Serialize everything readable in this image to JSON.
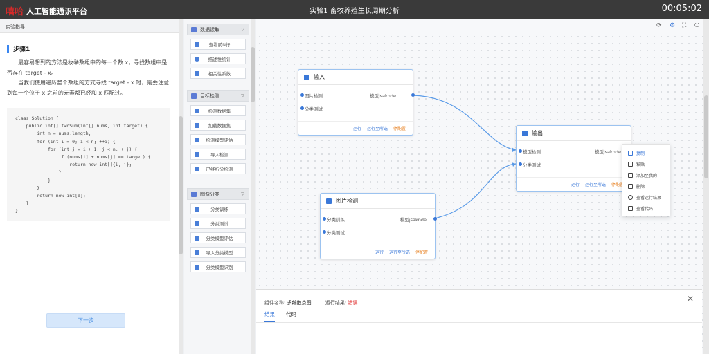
{
  "header": {
    "logo_text": "嘻哈",
    "platform_title": "人工智能通识平台",
    "experiment_title": "实验1  畜牧养殖生长周期分析",
    "timer": "00:05:02"
  },
  "guide": {
    "panel_title": "实验指导",
    "step_title": "步骤1",
    "paragraph1": "最容易想到的方法是枚举数组中的每一个数 x，寻找数组中是否存在 target - x。",
    "paragraph2": "当我们使用遍历整个数组的方式寻找 target - x 时，需要注意到每一个位于 x 之前的元素都已经和 x 匹配过。",
    "code": "class Solution {\n    public int[] twoSum(int[] nums, int target) {\n        int n = nums.length;\n        for (int i = 0; i < n; ++i) {\n            for (int j = i + 1; j < n; ++j) {\n                if (nums[i] + nums[j] == target) {\n                    return new int[]{i, j};\n                }\n            }\n        }\n        return new int[0];\n    }\n}",
    "next_label": "下一步"
  },
  "palette": {
    "groups": [
      {
        "label": "数据读取",
        "items": [
          "查看前N行",
          "描述性统计",
          "相关性系数"
        ]
      },
      {
        "label": "目标检测",
        "items": [
          "检测数据集",
          "加载数据集",
          "检测模型评估",
          "导入检测",
          "已经折分检测"
        ]
      },
      {
        "label": "图像分类",
        "items": [
          "分类训练",
          "分类测试",
          "分类模型评估",
          "导入分类模型",
          "分类模型识别"
        ]
      }
    ]
  },
  "nodes": {
    "input": {
      "title": "输入",
      "port1": "图片检测",
      "port2": "分类测试",
      "right_label": "模型jsaknde"
    },
    "output": {
      "title": "输出",
      "port1": "模型检测",
      "port2": "分类测试",
      "right_label": "模型jsaknde"
    },
    "detect": {
      "title": "图片检测",
      "port1": "分类训练",
      "port2": "分类测试",
      "right_label": "模型jsaknde"
    },
    "footer": {
      "run": "运行",
      "run_to": "运行至所选",
      "stop": "停配置"
    }
  },
  "context_menu": {
    "items": [
      "复制",
      "粘贴",
      "添加至我的",
      "删除",
      "查看运行结果",
      "查看代码"
    ]
  },
  "bottom": {
    "component_label": "组件名称:",
    "component_value": "多编散点图",
    "result_label": "运行结果:",
    "result_value": "错误",
    "tab_result": "结果",
    "tab_code": "代码"
  },
  "colors": {
    "accent": "#3a78d8",
    "warning": "#e8862b",
    "error": "#e23b3b"
  }
}
